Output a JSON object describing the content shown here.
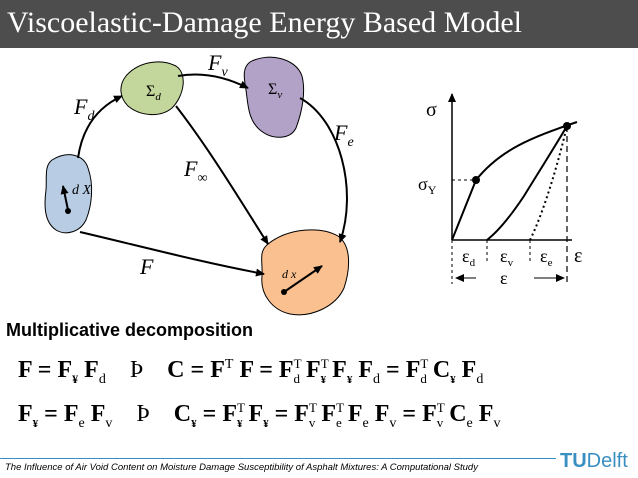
{
  "title": "Viscoelastic-Damage Energy Based Model",
  "diagram": {
    "label_Fd": "F",
    "label_Fd_sub": "d",
    "label_Fv": "F",
    "label_Fv_sub": "v",
    "label_Fe": "F",
    "label_Fe_sub": "e",
    "label_Finf": "F",
    "label_Finf_sub": "∞",
    "label_F": "F",
    "label_sigma_d": "Σ",
    "label_sigma_d_sub": "d",
    "label_sigma_v": "Σ",
    "label_sigma_v_sub": "v",
    "label_dX": "d X",
    "label_dx": "d x",
    "colors": {
      "blue_blob": "#b8cce4",
      "green_blob": "#c3d69b",
      "purple_blob": "#b3a2c7",
      "orange_blob": "#fac090"
    }
  },
  "graph": {
    "sigma": "σ",
    "sigma_y": "σ",
    "sigma_y_sub": "Y",
    "eps_axis": "ε",
    "eps_d": "ε",
    "eps_d_sub": "d",
    "eps_v": "ε",
    "eps_v_sub": "v",
    "eps_e": "ε",
    "eps_e_sub": "e",
    "eps_total": "ε"
  },
  "section_heading": "Multiplicative decomposition",
  "equations": {
    "eq1": {
      "F": "F",
      "eq": "=",
      "Fy": "F",
      "y": "¥",
      "Fd": "F",
      "d": "d",
      "arrow": "Þ",
      "C": "C",
      "eq2": "=",
      "FT": "F",
      "T": "T",
      "F2": "F",
      "eq3": "=",
      "FdT": "F",
      "dT_sup": "T",
      "dT_sub": "d",
      "FyT": "F",
      "yT_sup": "T",
      "yT_sub": "¥",
      "Fy2": "F",
      "y2": "¥",
      "Fd2": "F",
      "d2": "d",
      "eq4": "=",
      "FdT2": "F",
      "dT2_sup": "T",
      "dT2_sub": "d",
      "Cy": "C",
      "Cy_sub": "¥",
      "Fd3": "F",
      "d3": "d"
    },
    "eq2": {
      "Fy": "F",
      "y": "¥",
      "eq": "=",
      "Fe": "F",
      "e": "e",
      "Fv": "F",
      "v": "v",
      "arrow": "Þ",
      "Cy": "C",
      "Cy_sub": "¥",
      "eq2": "=",
      "FyT": "F",
      "yT_sup": "T",
      "yT_sub": "¥",
      "Fy2": "F",
      "y2": "¥",
      "eq3": "=",
      "FvT": "F",
      "vT_sup": "T",
      "vT_sub": "v",
      "FeT": "F",
      "eT_sup": "T",
      "eT_sub": "e",
      "Fe2": "F",
      "e2": "e",
      "Fv2": "F",
      "v2": "v",
      "eq4": "=",
      "FvT2": "F",
      "vT2_sup": "T",
      "vT2_sub": "v",
      "Ce": "C",
      "Ce_sub": "e",
      "Fv3": "F",
      "v3": "v"
    }
  },
  "footer": "The Influence of Air Void Content on Moisture Damage Susceptibility of Asphalt Mixtures: A Computational Study",
  "logo": {
    "tu": "TU",
    "delft": "Delft"
  }
}
